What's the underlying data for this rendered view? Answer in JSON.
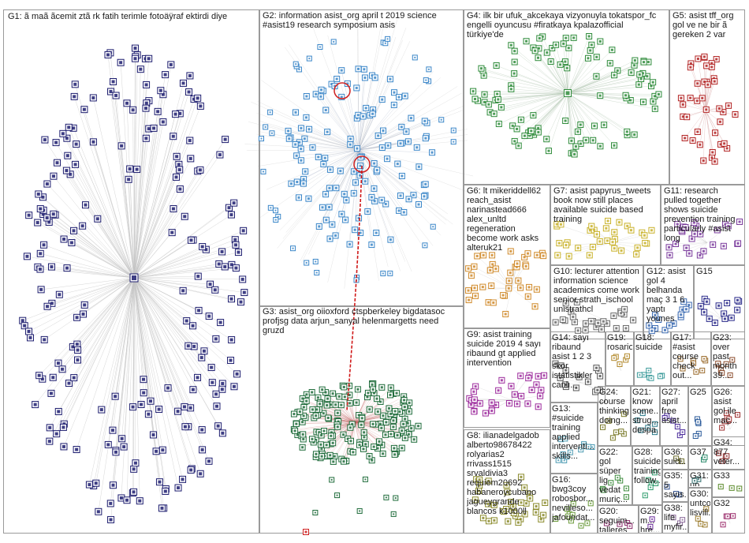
{
  "groups": [
    {
      "id": "G1",
      "label": "G1: ã maã ãcemit ztã rk fatih terimle fotoäÿraf ektirdi diye",
      "color": "#1c1c6e"
    },
    {
      "id": "G2",
      "label": "G2: information asist_org april t 2019 science\n#asist19 research symposium asis",
      "color": "#3a86c8"
    },
    {
      "id": "G3",
      "label": "G3: asist_org oiioxford ctspberkeley bigdatasoc\nprofjsg data arjun_sanyal helenmargetts need\ngruzd",
      "color": "#1e6b3a"
    },
    {
      "id": "G4",
      "label": "G4: ilk bir ufuk_akcekaya vizyonuyla tokatspor_fc\nengelli oyuncusu #firatkaya kpalazofficial\ntürkiye'de",
      "color": "#2e8b3a"
    },
    {
      "id": "G5",
      "label": "G5: asist tff_org\ngol ve ne bir ã\ngereken 2 var",
      "color": "#b22222"
    },
    {
      "id": "G6",
      "label": "G6: lt mikeriddell62\nreach_asist\nnarinastead666\nalex_unltd\nregeneration\nbecome work asks\nalteruk21",
      "color": "#d08a2a"
    },
    {
      "id": "G7",
      "label": "G7: asist papyrus_tweets\nbook now still places\navailable suicide based\ntraining",
      "color": "#c9b22a"
    },
    {
      "id": "G8",
      "label": "G8: ilianadelgadob\nalberto98678422\nrolyarias2\nrrivass1515\nsrvaldivia3\nrequiem20692\nhabaneroycubano\njagueygrande\nblancos k1000ll",
      "color": "#8a8a2a"
    },
    {
      "id": "G9",
      "label": "G9: asist training\nsuicide 2019 4 sayı\nribaund gt applied\nintervention",
      "color": "#9c2a9c"
    },
    {
      "id": "G10",
      "label": "G10: lecturer attention\ninformation science\nacademics come work\nsenior strath_ischool\nunistrathcl",
      "color": "#6a6a6a"
    },
    {
      "id": "G11",
      "label": "G11: research\npulled together\nshows suicide\nprevention training\nparticularly #asist\nlong",
      "color": "#7a3a9c"
    },
    {
      "id": "G12",
      "label": "G12: asist\ngol 4\nbelhanda\nmaç 3 1 6\nyaptı younes",
      "color": "#3a6ab2"
    },
    {
      "id": "G13",
      "label": "G13:\n#suicide\ntraining\napplied\ninterventi...\nskills...",
      "color": "#4a9ab2"
    },
    {
      "id": "G14",
      "label": "G14: sayı\nribaund\nasist 1 2 3\nskor\nistatistikler\ncanlı...",
      "color": "#555555"
    },
    {
      "id": "G15",
      "label": "G15",
      "color": "#2a2a8a"
    },
    {
      "id": "G16",
      "label": "G16:\nbwg3coy\nrobosbor...\nnevilleso...\njafoundat...",
      "color": "#6a9a3a"
    },
    {
      "id": "G17",
      "label": "G17:\n#asist\ncourse\ncheck\nout...",
      "color": "#9a6a2a"
    },
    {
      "id": "G18",
      "label": "G18:\nsuicide",
      "color": "#3a9a9a"
    },
    {
      "id": "G19",
      "label": "G19:\nrosario",
      "color": "#b2882a"
    },
    {
      "id": "G20",
      "label": "G20:\nseguim...\ntalleres\npreven...",
      "color": "#8a2a6a"
    },
    {
      "id": "G21",
      "label": "G21:\nknow\nsome...\nstrug...\ndespa...",
      "color": "#2a7a8a"
    },
    {
      "id": "G22",
      "label": "G22: gol\nsüper lig\nvedat\nmuriç...",
      "color": "#3a8a3a"
    },
    {
      "id": "G23",
      "label": "G23:\nover\npast\nmonth\n39...",
      "color": "#8a4a2a"
    },
    {
      "id": "G24",
      "label": "G24:\ncourse\nthinking\ndoing...",
      "color": "#7a7a2a"
    },
    {
      "id": "G25",
      "label": "G25",
      "color": "#2a5a9a"
    },
    {
      "id": "G26",
      "label": "G26:\nasist\ngol ile\nmaç...",
      "color": "#9a2a2a"
    },
    {
      "id": "G27",
      "label": "G27:\napril\nfree\nasist...",
      "color": "#4a2a9a"
    },
    {
      "id": "G28",
      "label": "G28:\nsuicide\ntraining\nfollow...",
      "color": "#2a9a6a"
    },
    {
      "id": "G29",
      "label": "G29: m...\nhre...",
      "color": "#6a2a9a"
    },
    {
      "id": "G30",
      "label": "G30:\nuntcoi\nlisvill...",
      "color": "#9a7a2a"
    },
    {
      "id": "G31",
      "label": "G31:\nup\ncomi...",
      "color": "#2a6a6a"
    },
    {
      "id": "G32",
      "label": "G32",
      "color": "#9a2a6a"
    },
    {
      "id": "G33",
      "label": "G33",
      "color": "#5a8a2a"
    },
    {
      "id": "G34",
      "label": "G34:\n877\nveter...",
      "color": "#8a2a2a"
    },
    {
      "id": "G35",
      "label": "G35:\n5\nsayıs...",
      "color": "#2a4a8a"
    },
    {
      "id": "G36",
      "label": "G36:\nsuici...",
      "color": "#6a6a2a"
    },
    {
      "id": "G37",
      "label": "G37",
      "color": "#2a8a6a"
    },
    {
      "id": "G38",
      "label": "G38:\nlife\nmyfir...",
      "color": "#8a6a9a"
    }
  ]
}
